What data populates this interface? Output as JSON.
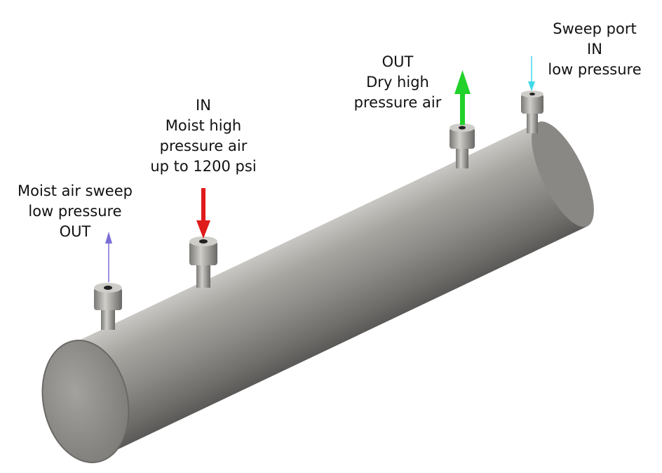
{
  "labels": {
    "sweep_out": {
      "lines": [
        "Moist air sweep",
        "low pressure",
        "OUT"
      ],
      "arrow_color": "#7b6fd6"
    },
    "feed_in": {
      "lines": [
        "IN",
        "Moist high",
        "pressure air",
        "up to 1200 psi"
      ],
      "arrow_color": "#e01b1b"
    },
    "product_out": {
      "lines": [
        "OUT",
        "Dry high",
        "pressure air"
      ],
      "arrow_color": "#22d12a"
    },
    "sweep_in": {
      "lines": [
        "Sweep port",
        "IN",
        "low pressure"
      ],
      "arrow_color": "#3fd8e8"
    }
  }
}
